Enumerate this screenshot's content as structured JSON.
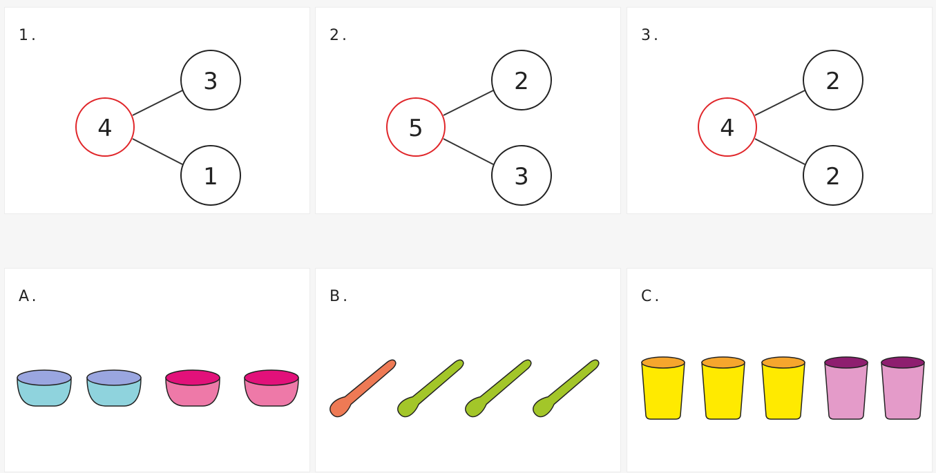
{
  "colors": {
    "whole_circle": "#e0262a",
    "part_circle": "#222222",
    "bowl_blue_body": "#8fd3dd",
    "bowl_blue_rim": "#9aa6e0",
    "bowl_pink_body": "#ee79a8",
    "bowl_pink_rim": "#e2117a",
    "spoon_orange": "#ee7a55",
    "spoon_green": "#a3c629",
    "cup_yellow_body": "#ffea00",
    "cup_yellow_rim": "#f6a62d",
    "cup_pink_body": "#e49bc9",
    "cup_pink_rim": "#8e1e6f"
  },
  "bonds": [
    {
      "label": "1.",
      "whole": "4",
      "top": "3",
      "bottom": "1"
    },
    {
      "label": "2.",
      "whole": "5",
      "top": "2",
      "bottom": "3"
    },
    {
      "label": "3.",
      "whole": "4",
      "top": "2",
      "bottom": "2"
    }
  ],
  "pictures": [
    {
      "label": "A.",
      "object": "bowl",
      "groups": [
        {
          "color": "blue",
          "count": 2
        },
        {
          "color": "pink",
          "count": 2
        }
      ]
    },
    {
      "label": "B.",
      "object": "spoon",
      "groups": [
        {
          "color": "orange",
          "count": 1
        },
        {
          "color": "green",
          "count": 3
        }
      ]
    },
    {
      "label": "C.",
      "object": "cup",
      "groups": [
        {
          "color": "yellow",
          "count": 3
        },
        {
          "color": "pink",
          "count": 2
        }
      ]
    }
  ]
}
